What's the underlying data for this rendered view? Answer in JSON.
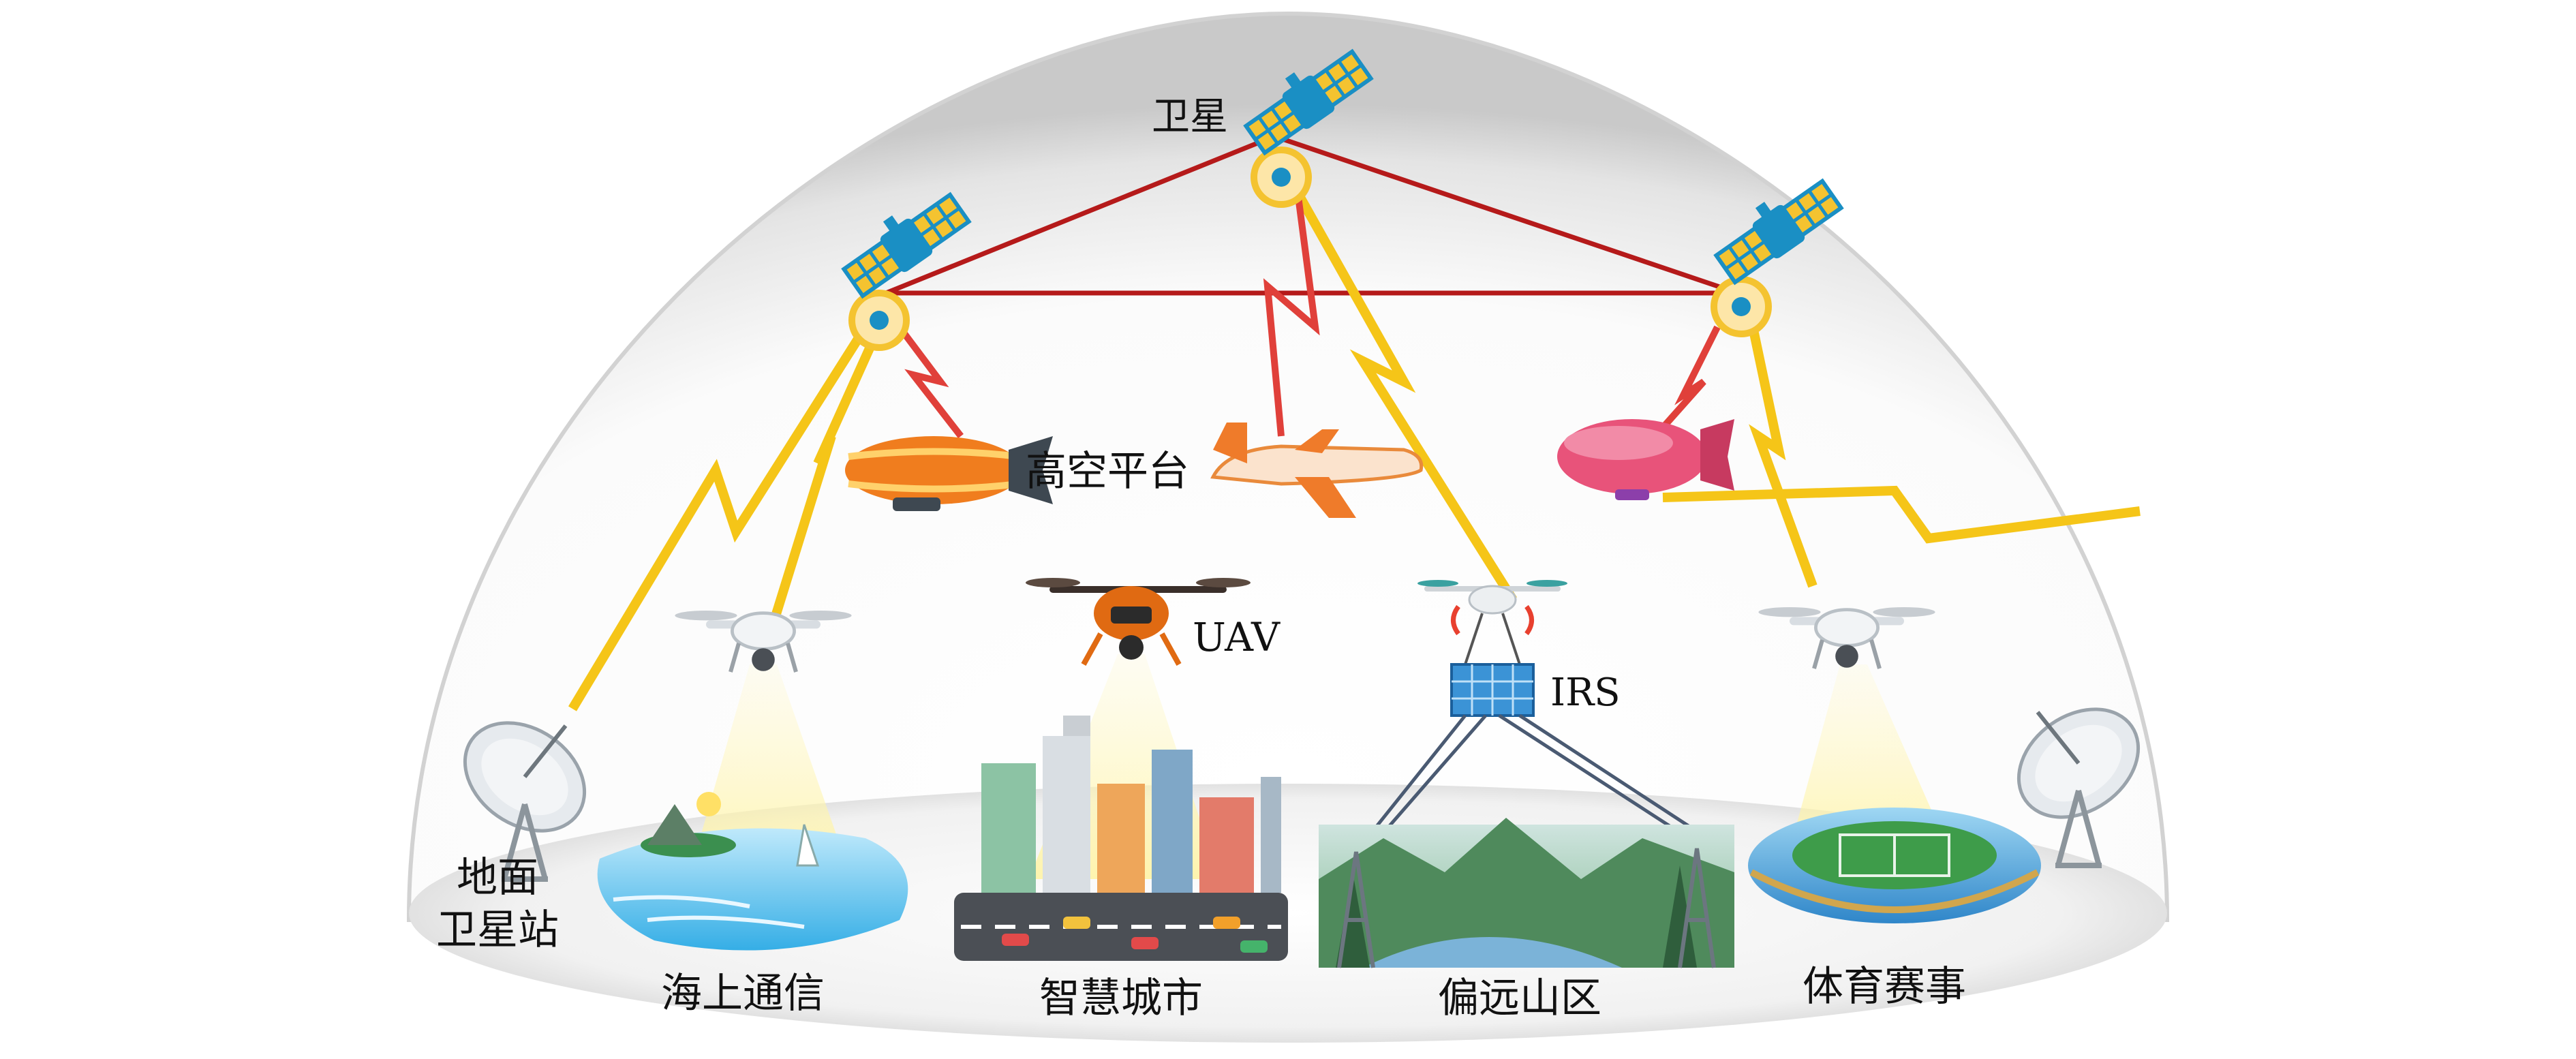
{
  "labels": {
    "satellite": "卫星",
    "high_altitude_platform": "高空平台",
    "uav": "UAV",
    "irs": "IRS",
    "ground_station_line1": "地面",
    "ground_station_line2": "卫星站",
    "maritime": "海上通信",
    "smart_city": "智慧城市",
    "remote_mountain": "偏远山区",
    "sports_event": "体育赛事"
  },
  "colors": {
    "satellite_link": "#b51a1a",
    "radio_link": "#f5c518",
    "red_link": "#e0403a",
    "satellite_body": "#1a8fc4",
    "irs_panel": "#3b93d6",
    "airship_orange": "#f07d1e",
    "airship_pink": "#e8537a",
    "uav_orange": "#e06a12"
  }
}
